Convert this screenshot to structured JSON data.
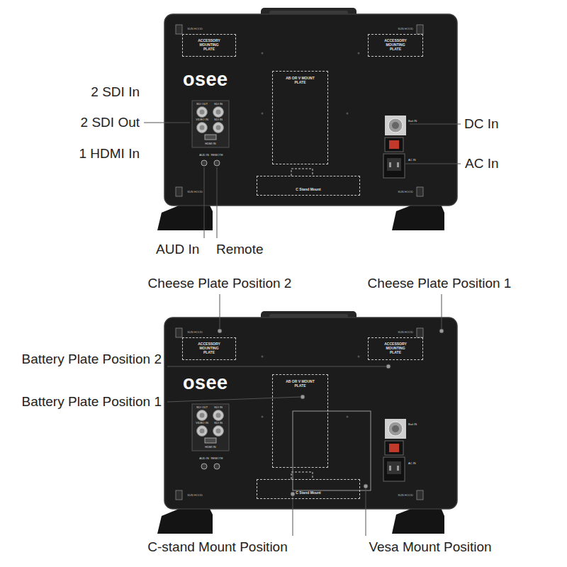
{
  "diagram": {
    "nodes": [
      {
        "text": [
          "ACCESSORY MOUNTING PLATE"
        ]
      },
      {
        "text": [
          "ACCESSORY MOUNTING PLATE"
        ]
      },
      {
        "text": [
          "AB OR V MOUNT PLATE"
        ]
      },
      {
        "text": [
          "C Stand Mount"
        ]
      },
      {
        "text": [
          "ACCESSORY MOUNTING PLATE"
        ]
      },
      {
        "text": [
          "ACCESSORY MOUNTING PLATE"
        ]
      },
      {
        "text": [
          "AB OR V MOUNT PLATE"
        ]
      },
      {
        "text": [
          "C Stand Mount"
        ]
      }
    ],
    "labels": [
      "2 SDI In",
      "2 SDI Out",
      "1 HDMI In",
      "DC In",
      "AC In",
      "AUD In",
      "Remote",
      "Cheese Plate Position 2",
      "Cheese Plate Position 1",
      "Battery Plate Position 2",
      "Battery Plate Position 1",
      "C-stand Mount Position",
      "Vesa Mount Position",
      "osee",
      "SDI OUT",
      "SDI IN",
      "VIDEO IN",
      "SDI IN",
      "HDMI IN",
      "AUD IN",
      "REMOTE",
      "Batt IN",
      "AC IN",
      "SUN HOOD",
      "SUN HOOD",
      "SUN HOOD",
      "SUN HOOD",
      "osee",
      "SDI OUT",
      "SDI IN",
      "VIDEO IN",
      "SDI IN",
      "HDMI IN",
      "AUD IN",
      "REMOTE",
      "Batt IN",
      "AC IN",
      "SUN HOOD",
      "SUN HOOD",
      "SUN HOOD",
      "SUN HOOD"
    ]
  }
}
